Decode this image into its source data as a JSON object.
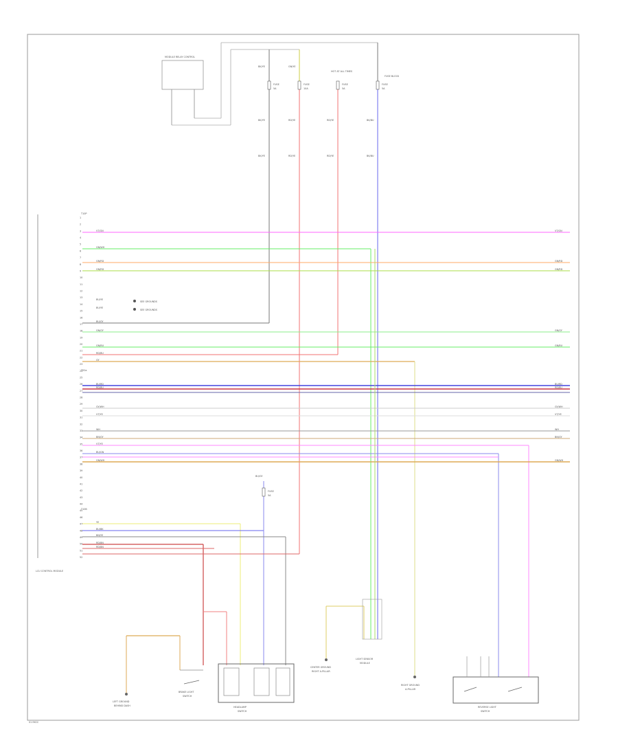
{
  "diagram": {
    "page_code": "S1 EKCC",
    "module_label": "LCU CONTROL MODULE",
    "top_module_label": "MODULE RELAY CONTROL",
    "fuses": [
      {
        "id": "F1",
        "label": "FUSE",
        "rating": "5A",
        "wire_top": "BK/YE",
        "wire_mid": "BK/YE",
        "wire_bot": "BK/YE"
      },
      {
        "id": "F2",
        "label": "FUSE",
        "rating": "10A",
        "wire_top": "GN/YE",
        "wire_mid": "RD/YE",
        "wire_bot": "RD/YE"
      },
      {
        "id": "F3",
        "label": "FUSE",
        "rating": "5A",
        "wire_top": "HOT AT ALL TIMES",
        "wire_mid": "RD/YE",
        "wire_bot": "RD/YE"
      },
      {
        "id": "F4",
        "label": "FUSE",
        "rating": "5A",
        "wire_top": "FUSE BLOCK",
        "wire_mid": "BK/BU",
        "wire_bot": "BK/BU"
      }
    ],
    "connector_labels": {
      "top": "T10P",
      "mid": "T52a",
      "bottom": "T10B"
    },
    "module_pins": [
      "1",
      "2",
      "3",
      "4",
      "5",
      "6",
      "7",
      "8",
      "9",
      "10",
      "11",
      "12",
      "13",
      "14",
      "15",
      "16",
      "17",
      "18",
      "19",
      "20",
      "21",
      "22",
      "23",
      "24",
      "25",
      "26",
      "27",
      "28",
      "29",
      "30",
      "31",
      "32",
      "33",
      "34",
      "35",
      "36",
      "37",
      "38",
      "39",
      "40",
      "41",
      "42",
      "43",
      "44",
      "45",
      "46",
      "47",
      "48",
      "49",
      "50",
      "51",
      "52"
    ],
    "right_wire_labels": [
      "VT/GN",
      "GN/RD",
      "GN/RD",
      "GN/GY",
      "GN/BU",
      "BU/RD",
      "RD/BU",
      "GY/WH",
      "VT/YE",
      "WH",
      "BN/GY",
      "GN/WH"
    ],
    "left_wire_labels": [
      "VT/GN",
      "GN/WH",
      "GN/RD",
      "GN/RD",
      "BU/YE",
      "BU/YE",
      "BU/GY",
      "GN/GY",
      "GN/BU",
      "RD/BU",
      "GY",
      "BU/RD",
      "RD/BU",
      "GY/WH",
      "VT/YE",
      "WH",
      "BN/GY",
      "VT/YE",
      "BU/GN",
      "GN/WH",
      "YE",
      "BU/BK",
      "BN/YE",
      "RD/BN",
      "RD/BN"
    ],
    "splice_labels": [
      "SEE GROUNDS",
      "SEE GROUNDS"
    ],
    "mid_fuse": {
      "label": "FUSE",
      "rating": "5A",
      "wire": "BU/GY"
    },
    "components": [
      {
        "id": "ground_left",
        "label": "LEFT GROUND",
        "sub": "BEHIND DASH"
      },
      {
        "id": "brake_switch",
        "label": "BRAKE LIGHT",
        "sub": "SWITCH"
      },
      {
        "id": "headlamp_switch",
        "label": "HEADLAMP",
        "sub": "SWITCH"
      },
      {
        "id": "ground_center",
        "label": "CENTER GROUND",
        "sub": "RIGHT A-PILLAR"
      },
      {
        "id": "sensor_module",
        "label": "LIGHT SENSOR",
        "sub": "MODULE"
      },
      {
        "id": "ground_right",
        "label": "RIGHT GROUND",
        "sub": "A-PILLAR"
      },
      {
        "id": "reverse_switch",
        "label": "REVERSE LIGHT",
        "sub": "SWITCH"
      }
    ]
  }
}
